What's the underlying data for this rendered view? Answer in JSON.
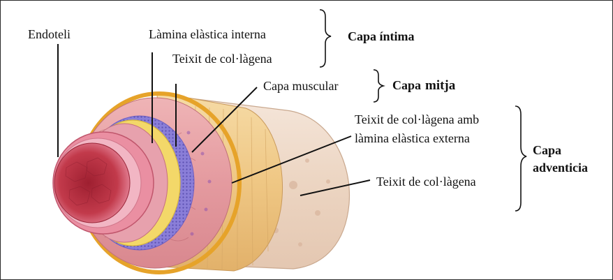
{
  "labels": {
    "endoteli": "Endoteli",
    "lamina_interna": "Làmina elàstica interna",
    "teixit_intima": "Teixit de col·làgena",
    "capa_muscular": "Capa  muscular",
    "teixit_externa_line1": "Teixit de col·làgena amb",
    "teixit_externa_line2": "làmina elàstica  externa",
    "teixit_adventicia": "Teixit de col·làgena"
  },
  "groups": {
    "intima": "Capa íntima",
    "mitja_word1": "Capa",
    "mitja_word2": "mitja",
    "adventicia_line1": "Capa",
    "adventicia_line2": "adventicia"
  },
  "colors": {
    "adventitia": "#eed9c8",
    "outer_collagen": "#f0c98a",
    "external_elastic": "#e9a62a",
    "media": "#e6a0a4",
    "internal_elastic": "#f2d56a",
    "intima_purple": "#7c6fd0",
    "lumen": "#b3283c",
    "endothelium_rim": "#e88aa0"
  }
}
